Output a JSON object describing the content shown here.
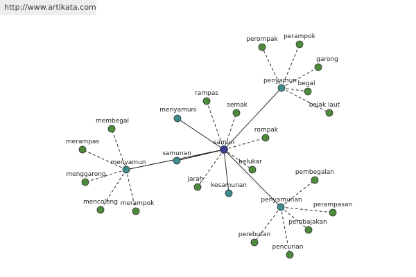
{
  "watermark": {
    "url": "http://www.artikata.com"
  },
  "colors": {
    "center": "#3a3d8f",
    "hub": "#3f8c8c",
    "leaf": "#4e8a3c",
    "node_stroke": "#333333",
    "edge": "#111111"
  },
  "graph": {
    "nodes": [
      {
        "id": "samun",
        "label": "samun",
        "kind": "center"
      },
      {
        "id": "menyamun",
        "label": "menyamun",
        "kind": "hub"
      },
      {
        "id": "penyamun",
        "label": "penyamun",
        "kind": "hub"
      },
      {
        "id": "penyamunan",
        "label": "penyamunan",
        "kind": "hub"
      },
      {
        "id": "samunan",
        "label": "samunan",
        "kind": "hub"
      },
      {
        "id": "menyamuni",
        "label": "menyamuni",
        "kind": "hub"
      },
      {
        "id": "kesamunan",
        "label": "kesamunan",
        "kind": "hub"
      },
      {
        "id": "rampas",
        "label": "rampas",
        "kind": "leaf"
      },
      {
        "id": "semak",
        "label": "semak",
        "kind": "leaf"
      },
      {
        "id": "rompak",
        "label": "rompak",
        "kind": "leaf"
      },
      {
        "id": "belukar",
        "label": "belukar",
        "kind": "leaf"
      },
      {
        "id": "jarah",
        "label": "jarah",
        "kind": "leaf"
      },
      {
        "id": "perompak",
        "label": "perompak",
        "kind": "leaf"
      },
      {
        "id": "perampok",
        "label": "perampok",
        "kind": "leaf"
      },
      {
        "id": "garong",
        "label": "garong",
        "kind": "leaf"
      },
      {
        "id": "begal",
        "label": "begal",
        "kind": "leaf"
      },
      {
        "id": "bajak-laut",
        "label": "bajak laut",
        "kind": "leaf"
      },
      {
        "id": "membegal",
        "label": "membegal",
        "kind": "leaf"
      },
      {
        "id": "merampas",
        "label": "merampas",
        "kind": "leaf"
      },
      {
        "id": "menggarong",
        "label": "menggarong",
        "kind": "leaf"
      },
      {
        "id": "mencoleng",
        "label": "mencoleng",
        "kind": "leaf"
      },
      {
        "id": "merampok",
        "label": "merampok",
        "kind": "leaf"
      },
      {
        "id": "pembegalan",
        "label": "pembegalan",
        "kind": "leaf"
      },
      {
        "id": "perampasan",
        "label": "perampasan",
        "kind": "leaf"
      },
      {
        "id": "pembajakan",
        "label": "pembajakan",
        "kind": "leaf"
      },
      {
        "id": "pencurian",
        "label": "pencurian",
        "kind": "leaf"
      },
      {
        "id": "perebutan",
        "label": "perebutan",
        "kind": "leaf"
      }
    ],
    "edges": [
      {
        "from": "samun",
        "to": "menyamun",
        "style": "solid"
      },
      {
        "from": "samun",
        "to": "penyamun",
        "style": "solid"
      },
      {
        "from": "samun",
        "to": "penyamunan",
        "style": "solid"
      },
      {
        "from": "samun",
        "to": "samunan",
        "style": "solid"
      },
      {
        "from": "samun",
        "to": "menyamuni",
        "style": "solid"
      },
      {
        "from": "samun",
        "to": "kesamunan",
        "style": "solid"
      },
      {
        "from": "samun",
        "to": "rampas",
        "style": "dashed"
      },
      {
        "from": "samun",
        "to": "semak",
        "style": "dashed"
      },
      {
        "from": "samun",
        "to": "rompak",
        "style": "dashed"
      },
      {
        "from": "samun",
        "to": "belukar",
        "style": "dashed"
      },
      {
        "from": "samun",
        "to": "jarah",
        "style": "dashed"
      },
      {
        "from": "penyamun",
        "to": "perompak",
        "style": "dashed"
      },
      {
        "from": "penyamun",
        "to": "perampok",
        "style": "dashed"
      },
      {
        "from": "penyamun",
        "to": "garong",
        "style": "dashed"
      },
      {
        "from": "penyamun",
        "to": "begal",
        "style": "dashed"
      },
      {
        "from": "penyamun",
        "to": "bajak-laut",
        "style": "dashed"
      },
      {
        "from": "menyamun",
        "to": "membegal",
        "style": "dashed"
      },
      {
        "from": "menyamun",
        "to": "merampas",
        "style": "dashed"
      },
      {
        "from": "menyamun",
        "to": "menggarong",
        "style": "dashed"
      },
      {
        "from": "menyamun",
        "to": "mencoleng",
        "style": "dashed"
      },
      {
        "from": "menyamun",
        "to": "merampok",
        "style": "dashed"
      },
      {
        "from": "penyamunan",
        "to": "pembegalan",
        "style": "dashed"
      },
      {
        "from": "penyamunan",
        "to": "perampasan",
        "style": "dashed"
      },
      {
        "from": "penyamunan",
        "to": "pembajakan",
        "style": "dashed"
      },
      {
        "from": "penyamunan",
        "to": "pencurian",
        "style": "dashed"
      },
      {
        "from": "penyamunan",
        "to": "perebutan",
        "style": "dashed"
      }
    ]
  }
}
